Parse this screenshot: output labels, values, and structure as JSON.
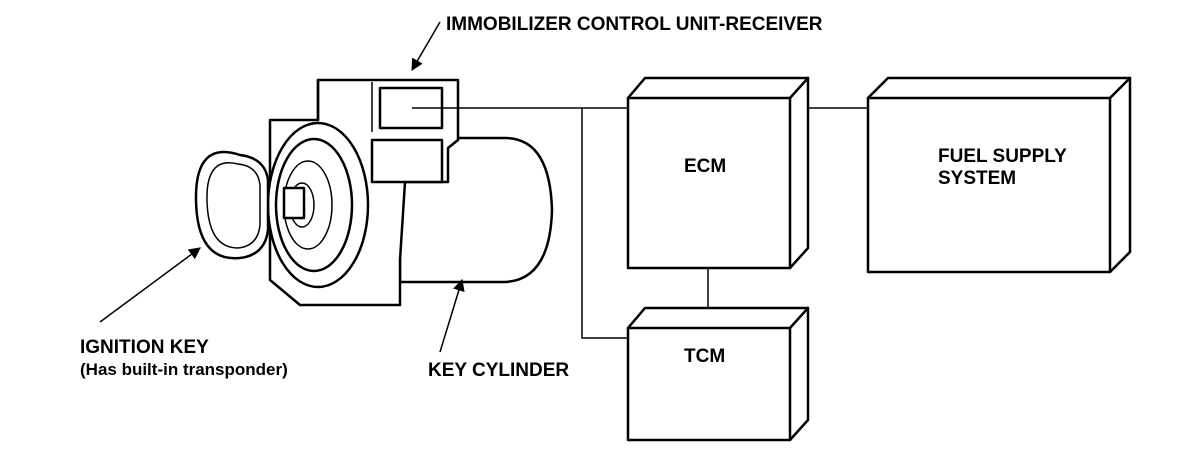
{
  "labels": {
    "immobilizer": "IMMOBILIZER CONTROL UNIT-RECEIVER",
    "ecm": "ECM",
    "tcm": "TCM",
    "fuel_line1": "FUEL SUPPLY",
    "fuel_line2": "SYSTEM",
    "ignition_line1": "IGNITION KEY",
    "ignition_line2": "(Has built-in transponder)",
    "key_cylinder": "KEY CYLINDER"
  }
}
